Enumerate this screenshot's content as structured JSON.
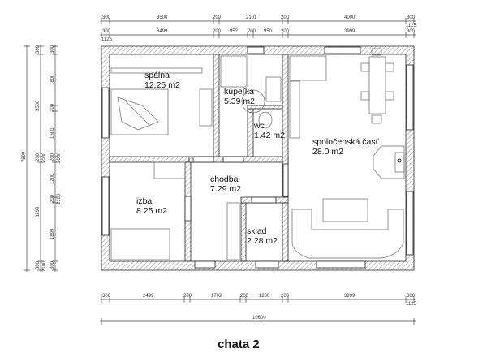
{
  "title": "chata 2",
  "rooms": [
    {
      "name": "spálna",
      "area": "12.25 m2"
    },
    {
      "name": "kúpeľka",
      "area": "5.39 m2"
    },
    {
      "name": "wc",
      "area": "1.42 m2"
    },
    {
      "name": "spoločenská časť",
      "area": "28.0 m2"
    },
    {
      "name": "chodba",
      "area": "7.29 m2"
    },
    {
      "name": "izba",
      "area": "8.25 m2"
    },
    {
      "name": "sklad",
      "area": "2.28 m2"
    }
  ],
  "dimensions": {
    "top_1": [
      "300",
      "3500",
      "200",
      "2101",
      "200",
      "4000",
      "300",
      "1125"
    ],
    "top_2": [
      "300",
      "1125",
      "3499",
      "200",
      "952",
      "200",
      "950",
      "200",
      "3999",
      "300"
    ],
    "bottom_1": [
      "300",
      "2499",
      "200",
      "1702",
      "200",
      "1200",
      "200",
      "3999",
      "300",
      "1125"
    ],
    "bottom_total": "10600",
    "left_total": "7599",
    "left_1": [
      "300",
      "3500",
      "200",
      "2000",
      "3299",
      "300",
      "2100"
    ],
    "left_2": [
      "300",
      "1800",
      "200",
      "1500",
      "200",
      "2000",
      "1200",
      "200",
      "2100",
      "1899",
      "300"
    ]
  }
}
